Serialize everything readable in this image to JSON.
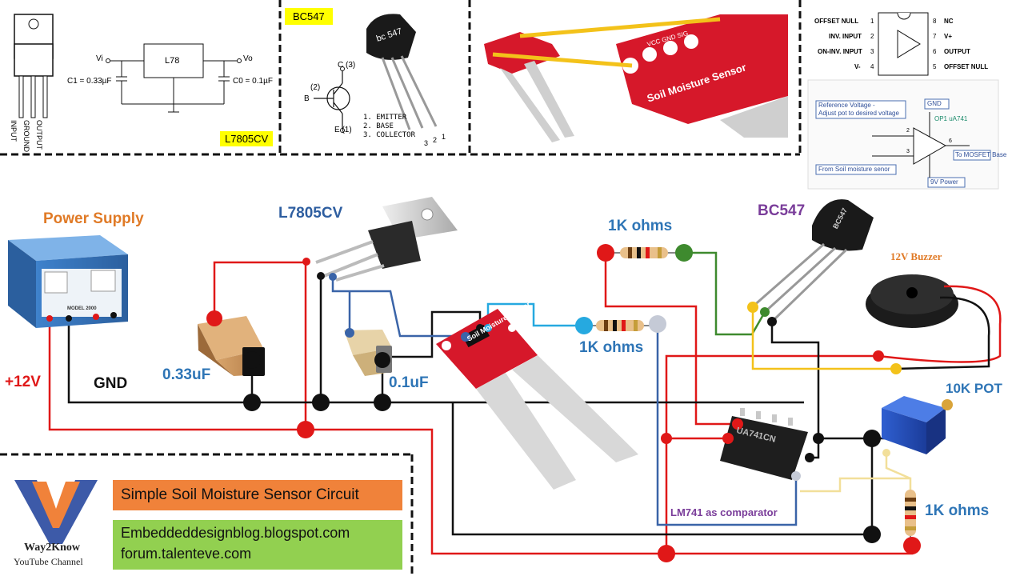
{
  "top_panels": {
    "regulator": {
      "pin_labels": [
        "INPUT",
        "GROUND",
        "OUTPUT"
      ],
      "vi": "Vi",
      "vo": "Vo",
      "ic": "L78",
      "c1": "C1 = 0.33µF",
      "c0": "C0 = 0.1µF",
      "tag": "L7805CV"
    },
    "transistor": {
      "tag": "BC547",
      "marking": "bc 547",
      "pin_c": "C (3)",
      "pin_b": "(2)",
      "pin_b2": "B",
      "pin_e": "E (1)",
      "legend": [
        "1.  EMITTER",
        "2.  BASE",
        "3.  COLLECTOR"
      ],
      "leg_nums": [
        "3",
        "2",
        "1"
      ]
    },
    "sensor_photo": {
      "header": "VCC GND SIG",
      "title": "Soil Moisture Sensor"
    },
    "opamp_pinout": {
      "left": [
        [
          "OFFSET NULL",
          "1"
        ],
        [
          "INV. INPUT",
          "2"
        ],
        [
          "ON-INV. INPUT",
          "3"
        ],
        [
          "V-",
          "4"
        ]
      ],
      "right": [
        [
          "8",
          "NC"
        ],
        [
          "7",
          "V+"
        ],
        [
          "6",
          "OUTPUT"
        ],
        [
          "5",
          "OFFSET NULL"
        ]
      ]
    },
    "comparator": {
      "ref": "Reference Voltage -\nAdjust pot to desired voltage",
      "gnd": "GND",
      "op": "OP1 uA741",
      "soil": "From Soil moisture senor",
      "mosfet": "To MOSFET Base",
      "power": "9V Power",
      "p2": "2",
      "p3": "3",
      "p6": "6"
    }
  },
  "labels": {
    "power_supply": "Power Supply",
    "l7805": "L7805CV",
    "bc547": "BC547",
    "r1": "1K ohms",
    "r2": "1K ohms",
    "r3": "1K ohms",
    "buzzer": "12V Buzzer",
    "pot": "10K POT",
    "c033": "0.33uF",
    "c01": "0.1uF",
    "plus12": "+12V",
    "gnd": "GND",
    "lm741": "LM741 as comparator",
    "sensor_title": "Soil Moisture Sensor",
    "ic_marking": "UA741CN",
    "tr_marking": "BC547",
    "psu_model": "MODEL 2000"
  },
  "footer": {
    "title": "Simple Soil Moisture Sensor Circuit",
    "url1": "Embeddeddesignblog.blogspot.com",
    "url2": "forum.talenteve.com",
    "brand": "Way2Know",
    "channel": "YouTube Channel"
  },
  "colors": {
    "red_wire": "#e01818",
    "black_wire": "#111111",
    "blue_wire": "#3a64a8",
    "yellow_wire": "#f3c21a",
    "cyan_wire": "#26a9e0",
    "green_wire": "#3e8a2e",
    "pale_wire": "#f2df9a",
    "orange_box": "#f0823a",
    "green_box": "#92d050",
    "label_blue": "#2e75b6",
    "label_orange": "#e07a26",
    "label_purple": "#7a3d9a"
  }
}
